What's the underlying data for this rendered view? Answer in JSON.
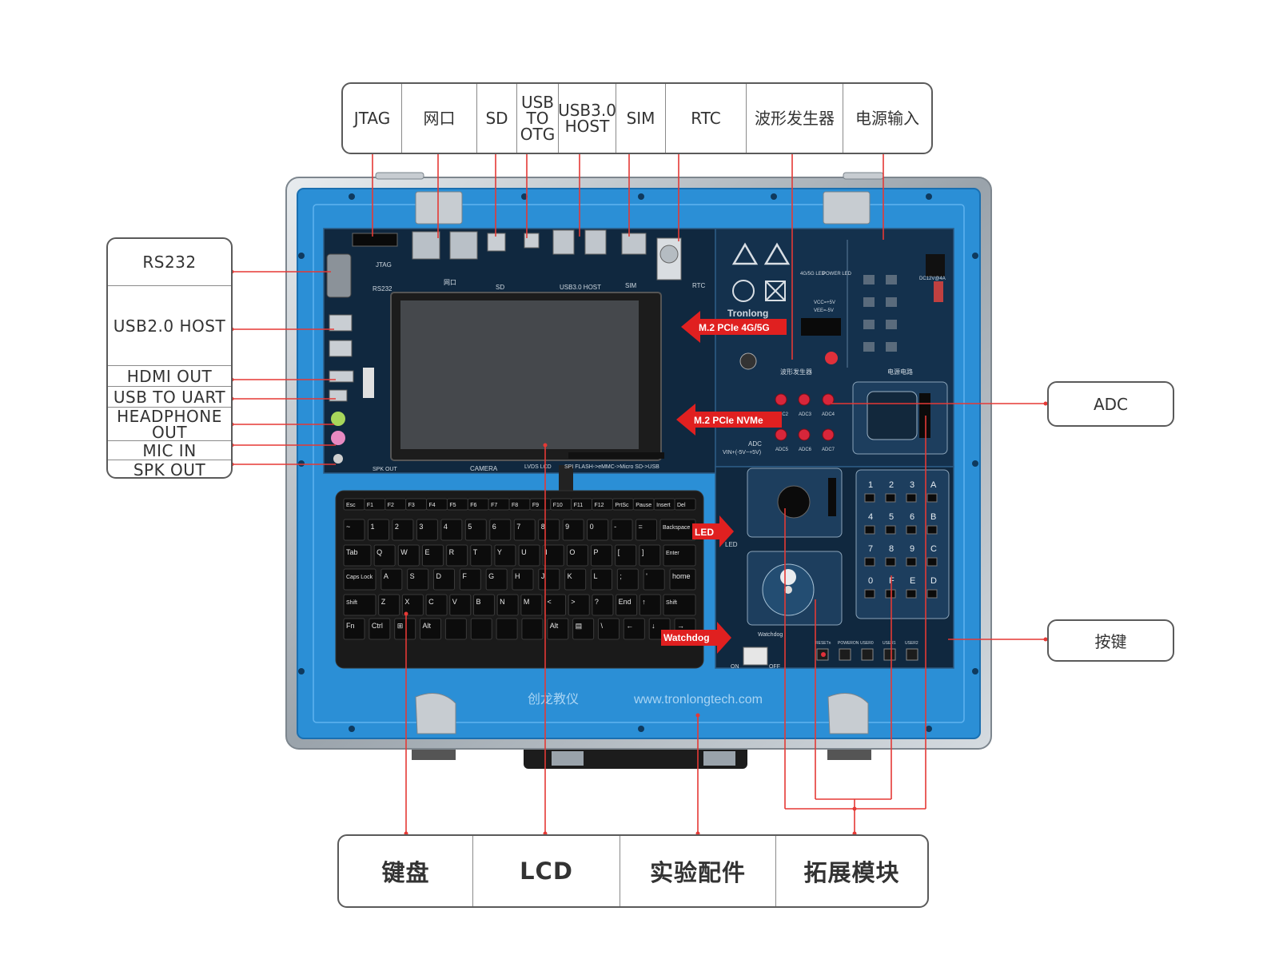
{
  "top_labels": [
    "JTAG",
    "网口",
    "SD",
    "USB\nTO\nOTG",
    "USB3.0\nHOST",
    "SIM",
    "RTC",
    "波形发生器",
    "电源输入"
  ],
  "left_labels": [
    "RS232",
    "USB2.0 HOST",
    "HDMI OUT",
    "USB TO UART",
    "HEADPHONE\nOUT",
    "MIC IN",
    "SPK OUT"
  ],
  "right_labels": {
    "adc": "ADC",
    "keys": "按键"
  },
  "bottom_labels": [
    "键盘",
    "LCD",
    "实验配件",
    "拓展模块"
  ],
  "arrow_labels": {
    "pcie_4g5g": "M.2 PCIe 4G/5G",
    "pcie_nvme": "M.2 PCIe NVMe",
    "led": "LED",
    "watchdog": "Watchdog"
  },
  "case_text": {
    "brand": "创龙教仪",
    "url": "www.tronlongtech.com"
  },
  "keypad_keys": [
    "1",
    "2",
    "3",
    "A",
    "4",
    "5",
    "6",
    "B",
    "7",
    "8",
    "9",
    "C",
    "0",
    "F",
    "E",
    "D"
  ],
  "keyboard_rows": [
    [
      "Esc",
      "F1",
      "F2",
      "F3",
      "F4",
      "F5",
      "F6",
      "F7",
      "F8",
      "F9",
      "F10",
      "F11",
      "F12",
      "PrtSc",
      "Pause",
      "Insert",
      "Del"
    ],
    [
      "~",
      "1",
      "2",
      "3",
      "4",
      "5",
      "6",
      "7",
      "8",
      "9",
      "0",
      "-",
      "=",
      "Backspace"
    ],
    [
      "Tab",
      "Q",
      "W",
      "E",
      "R",
      "T",
      "Y",
      "U",
      "I",
      "O",
      "P",
      "[",
      "]",
      "Enter"
    ],
    [
      "Caps Lock",
      "A",
      "S",
      "D",
      "F",
      "G",
      "H",
      "J",
      "K",
      "L",
      ";",
      "'",
      "home"
    ],
    [
      "Shift",
      "Z",
      "X",
      "C",
      "V",
      "B",
      "N",
      "M",
      "<",
      ">",
      "?",
      "End",
      "↑",
      "Shift"
    ],
    [
      "Fn",
      "Ctrl",
      "⊞",
      "Alt",
      "",
      "",
      "",
      "",
      "Alt",
      "▤",
      "\\",
      "←",
      "↓",
      "→"
    ]
  ],
  "board_silkscreen": {
    "jtag": "JTAG",
    "net": "网口",
    "sd": "SD",
    "usb3": "USB3.0 HOST",
    "sim": "SIM",
    "rtc": "RTC",
    "rs232": "RS232",
    "camera": "CAMERA",
    "lvds": "LVDS LCD",
    "spi": "SPI FLASH->eMMC->Micro SD->USB",
    "spk": "SPK OUT",
    "adc": "ADC",
    "vin": "VIN+(-5V~+5V)",
    "led": "LED",
    "wave": "波形发生器",
    "power": "电源电路",
    "watchdog": "Watchdog",
    "on": "ON",
    "off": "OFF",
    "dc": "DC12V@4A",
    "vcc": "VCC=+5V",
    "vee": "VEE=-5V",
    "led_4g": "4G/5G LED",
    "power_led": "POWER LED",
    "tronlong": "Tronlong",
    "adc_ch": [
      "ADC2",
      "ADC3",
      "ADC4",
      "ADC5",
      "ADC6",
      "ADC7"
    ],
    "user_keys": [
      "RESETn",
      "POWERON",
      "USER0",
      "USER1",
      "USER2"
    ]
  },
  "colors": {
    "case_blue": "#2b8fd6",
    "board": "#10283f",
    "leader": "#e53935",
    "arrow_red": "#e02020"
  }
}
